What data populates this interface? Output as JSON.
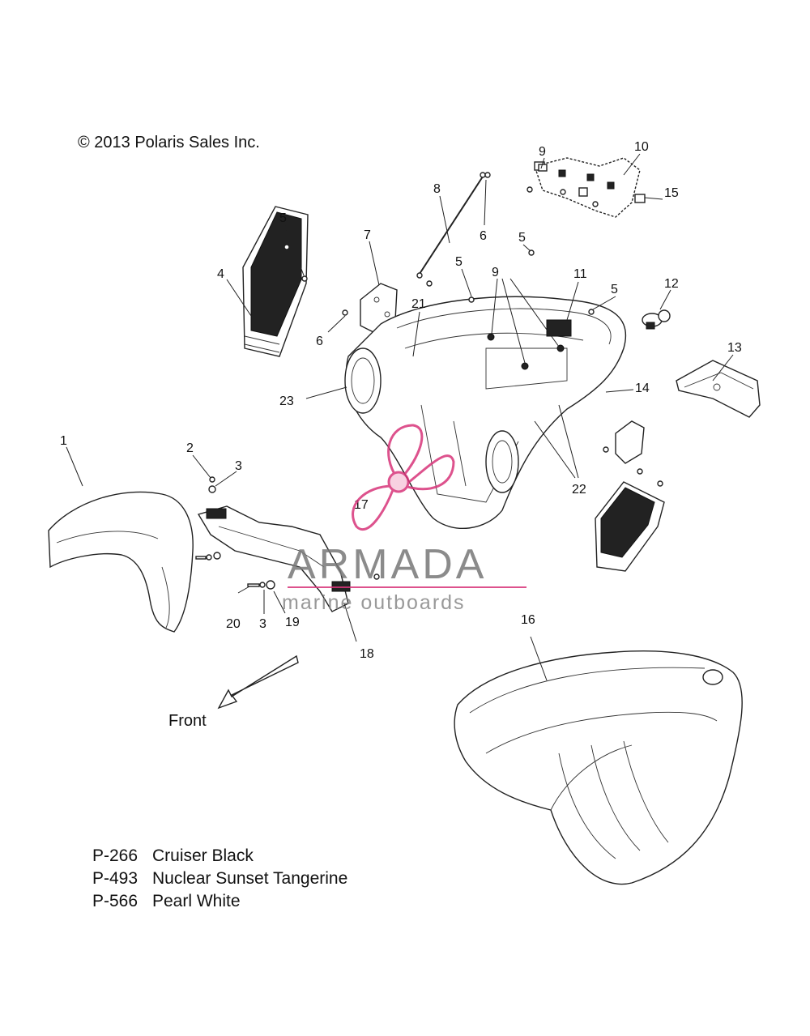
{
  "copyright": "© 2013 Polaris Sales Inc.",
  "front_label": "Front",
  "watermark": {
    "brand": "ARMADA",
    "tagline": "marine outboards",
    "accent_color": "#d8357a"
  },
  "legend": [
    {
      "code": "P-266",
      "name": "Cruiser Black"
    },
    {
      "code": "P-493",
      "name": "Nuclear Sunset Tangerine"
    },
    {
      "code": "P-566",
      "name": "Pearl White"
    }
  ],
  "callouts": [
    "1",
    "2",
    "3",
    "3",
    "4",
    "5",
    "5",
    "5",
    "5",
    "6",
    "6",
    "7",
    "8",
    "9",
    "9",
    "10",
    "11",
    "12",
    "13",
    "14",
    "15",
    "16",
    "17",
    "18",
    "19",
    "20",
    "21",
    "22",
    "23"
  ]
}
